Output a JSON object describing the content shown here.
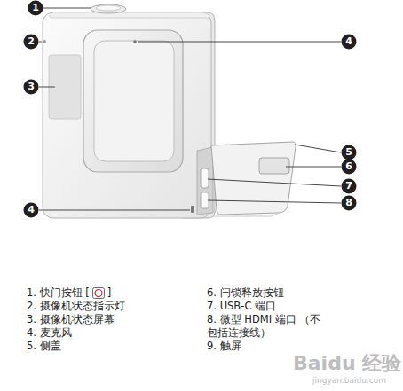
{
  "diagram": {
    "nodes": [
      {
        "text": [
          "1"
        ]
      },
      {
        "text": [
          "2"
        ]
      },
      {
        "text": [
          "4"
        ]
      },
      {
        "text": [
          "3"
        ]
      },
      {
        "text": [
          "5"
        ]
      },
      {
        "text": [
          "6"
        ]
      },
      {
        "text": [
          "7"
        ]
      },
      {
        "text": [
          "8"
        ]
      },
      {
        "text": [
          "4"
        ]
      }
    ],
    "labels": [
      "1. 快门按钮 [",
      "]",
      "2. 摄像机状态指示灯",
      "3. 摄像机状态屏幕",
      "4. 麦克风",
      "5. 侧盖",
      "6. 闩锁释放按钮",
      "7. USB-C 端口",
      "8. 微型 HDMI 端口 （不包括连接线）",
      "9. 触屏",
      "Baidu 经验",
      "jingyan.baidu.com"
    ]
  }
}
